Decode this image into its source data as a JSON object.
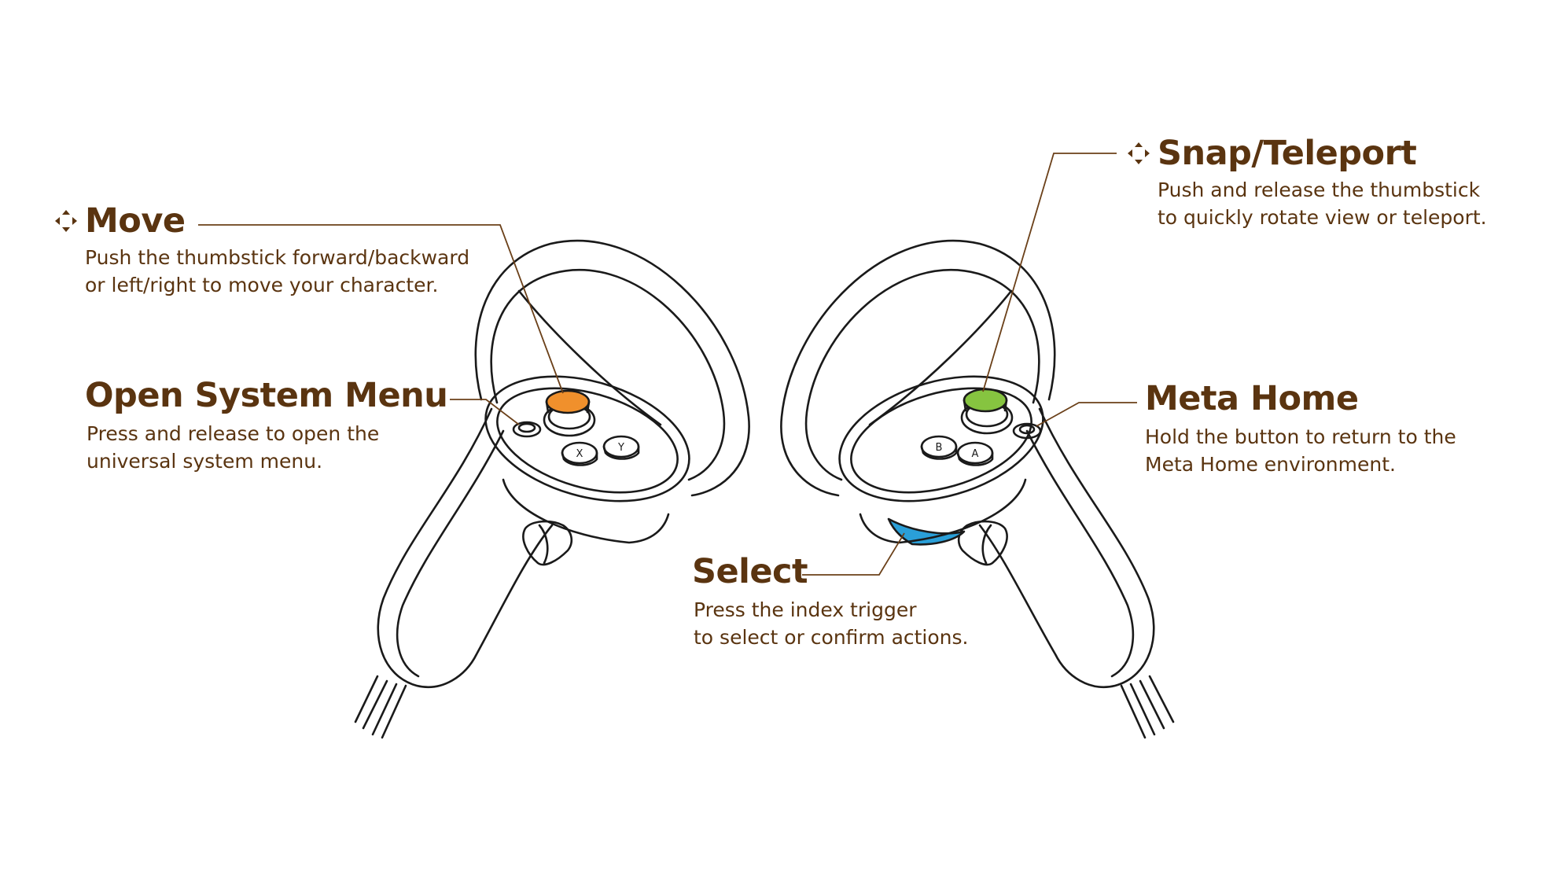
{
  "colors": {
    "text": "#5a3410",
    "leader_line": "#6b4019",
    "outline": "#1a1a1a",
    "move_thumbstick": "#f0902c",
    "snap_thumbstick": "#86c440",
    "select_trigger": "#2a9fd8"
  },
  "callouts": {
    "move": {
      "icon": "four-way-arrows-icon",
      "title": "Move",
      "lines": [
        "Push the thumbstick forward/backward",
        "or left/right to move your character."
      ]
    },
    "open_system_menu": {
      "title": "Open System Menu",
      "lines": [
        "Press and release to open the",
        "universal system menu."
      ]
    },
    "snap_teleport": {
      "icon": "four-way-arrows-icon",
      "title": "Snap/Teleport",
      "lines": [
        "Push and release the thumbstick",
        "to quickly rotate view or teleport."
      ]
    },
    "meta_home": {
      "title": "Meta Home",
      "lines": [
        "Hold the button to return to the",
        "Meta Home environment."
      ]
    },
    "select": {
      "title": "Select",
      "lines": [
        "Press the index trigger",
        "to select or confirm actions."
      ]
    }
  },
  "buttons": {
    "left": {
      "x": "X",
      "y": "Y"
    },
    "right": {
      "b": "B",
      "a": "A"
    }
  }
}
